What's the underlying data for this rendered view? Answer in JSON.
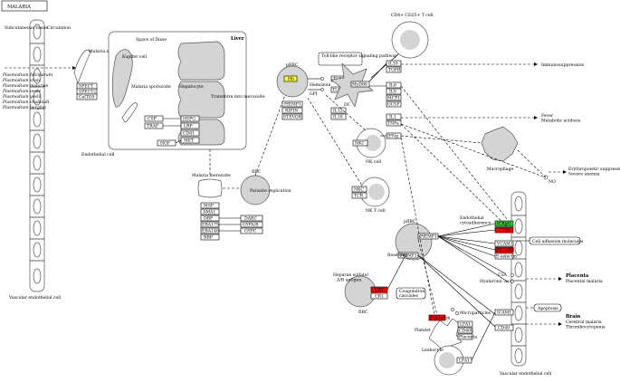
{
  "title": "MALARIA",
  "labels": {
    "subvascular": "Subcutaneous tissue",
    "circulation": "Circulation",
    "malaria_sporozoite": "Malaria sporozoite",
    "liver": "Liver",
    "space_of_disse": "Space of Disse",
    "kupffer": "Kupffer cell",
    "malaria_sporozoite2": "Malaria sporozoite",
    "hepatocyte": "Hepatocyte",
    "transform": "Transform into merozoite",
    "endothelial": "Endothelial cell",
    "vascular_left": "Vascular endothelial cell",
    "malaria_merozoite": "Malaria merozoite",
    "rbc": "RBC",
    "parasite": "Parasite replication",
    "prbc_top": "pRBC",
    "hemozoin": "Hemozoin",
    "gpi": "GPI",
    "tlr_pathway": "Toll-like receptor signaling pathway",
    "dc": "DC",
    "cd4": "CD4+ CD25+ T cell",
    "immunosuppression": "Immunosuppression",
    "nk_cell": "NK cell",
    "nkt_cell": "NK T cell",
    "macrophage": "Macrophage",
    "fever": "Fever\nMetabolic acidosis",
    "erythro": "Erythropoietic suppression\nSevere anemia",
    "no": "NO",
    "prbc_mid": "pRBC",
    "endothelial_cyto": "Endothelial cytoadherence",
    "cell_adhesion": "Cell adhesion molecules",
    "rosetting": "Rosetting",
    "heparan": "Heparan sulfate/ A/B antigen",
    "coagulation": "Coagulation cascades",
    "rbc2": "RBC",
    "csa": "CSA",
    "hyaluronic": "Hyaluronic acid",
    "placenta": "Placenta",
    "placental_malaria": "Placental malaria",
    "apoptosis": "Apoptosis",
    "brain": "Brain",
    "cerebral": "Cerebral malaria\nThrombocytopenia",
    "microparticles": "Microparticles",
    "platelet": "Platelet",
    "leukocyte": "Leukocyte",
    "vascular_right": "Vascular endothelial cell"
  },
  "species": [
    "Plasmodium falciparum",
    "Plasmodium vivax",
    "Plasmodium malariae",
    "Plasmodium ovale",
    "Plasmodium yoelii",
    "Plasmodium chabaudi",
    "Plasmodium berghei"
  ],
  "genes": {
    "sprect": "SPECT",
    "sprect2": "SPECT2",
    "ctrp": "CelTOS",
    "csp": "CSP",
    "trap": "TRAP",
    "hspg": "HSPG",
    "lrp": "LRP",
    "cd81": "CD81",
    "met": "MET",
    "hgf": "HGF",
    "msp": "MSP",
    "ama1": "AMA1",
    "dbp": "DBP",
    "eba175": "EBA175",
    "eba140": "EBA140",
    "rbp": "RBP",
    "darc": "DARC",
    "gypab": "GYPA/B",
    "gypc": "GYPC",
    "hb": "Hb",
    "prbc_pfemp": "PfEMP1",
    "rifin": "RIFIN",
    "stevor": "STEVOR",
    "tlr9": "TLR9",
    "tlr2": "TLR2/6",
    "myd88": "MyD88",
    "il10": "IL10",
    "tgfb": "TGFB",
    "il6": "IL6",
    "il8": "IL8",
    "mcp1": "MCP1",
    "gcsf": "GCSF",
    "il1": "IL1",
    "tnfa": "TNFa",
    "ifng": "IFNg",
    "il12": "IL12",
    "il18": "IL18",
    "nkc": "NKC",
    "nkc2": "NKC",
    "tcr": "TCR",
    "pfemp1_mid": "PfEMP1",
    "pfemp1_mid2": "PfEMP1",
    "icam1": "ICAM1",
    "cd36": "CD36",
    "vcam1": "VCAM1",
    "pecam1": "PECAM1",
    "eselectin": "E-selectin",
    "cr1": "CR1",
    "cr1b": "CR1",
    "lfa1": "LFA1",
    "cd40l": "CD40L",
    "pselectin": "P-selectin",
    "cd40": "CD40",
    "icam1b": "ICAM1",
    "lfa1b": "LFA1",
    "gpi_tag": "GPI"
  },
  "colors": {
    "hb": "#ffff33",
    "icam1": "#33cc33",
    "cd36": "#ff0000",
    "pecam1": "#ff0000",
    "cr1": "#ff0000",
    "platelet": "#ff0000",
    "gray": "#d4d4d4"
  }
}
